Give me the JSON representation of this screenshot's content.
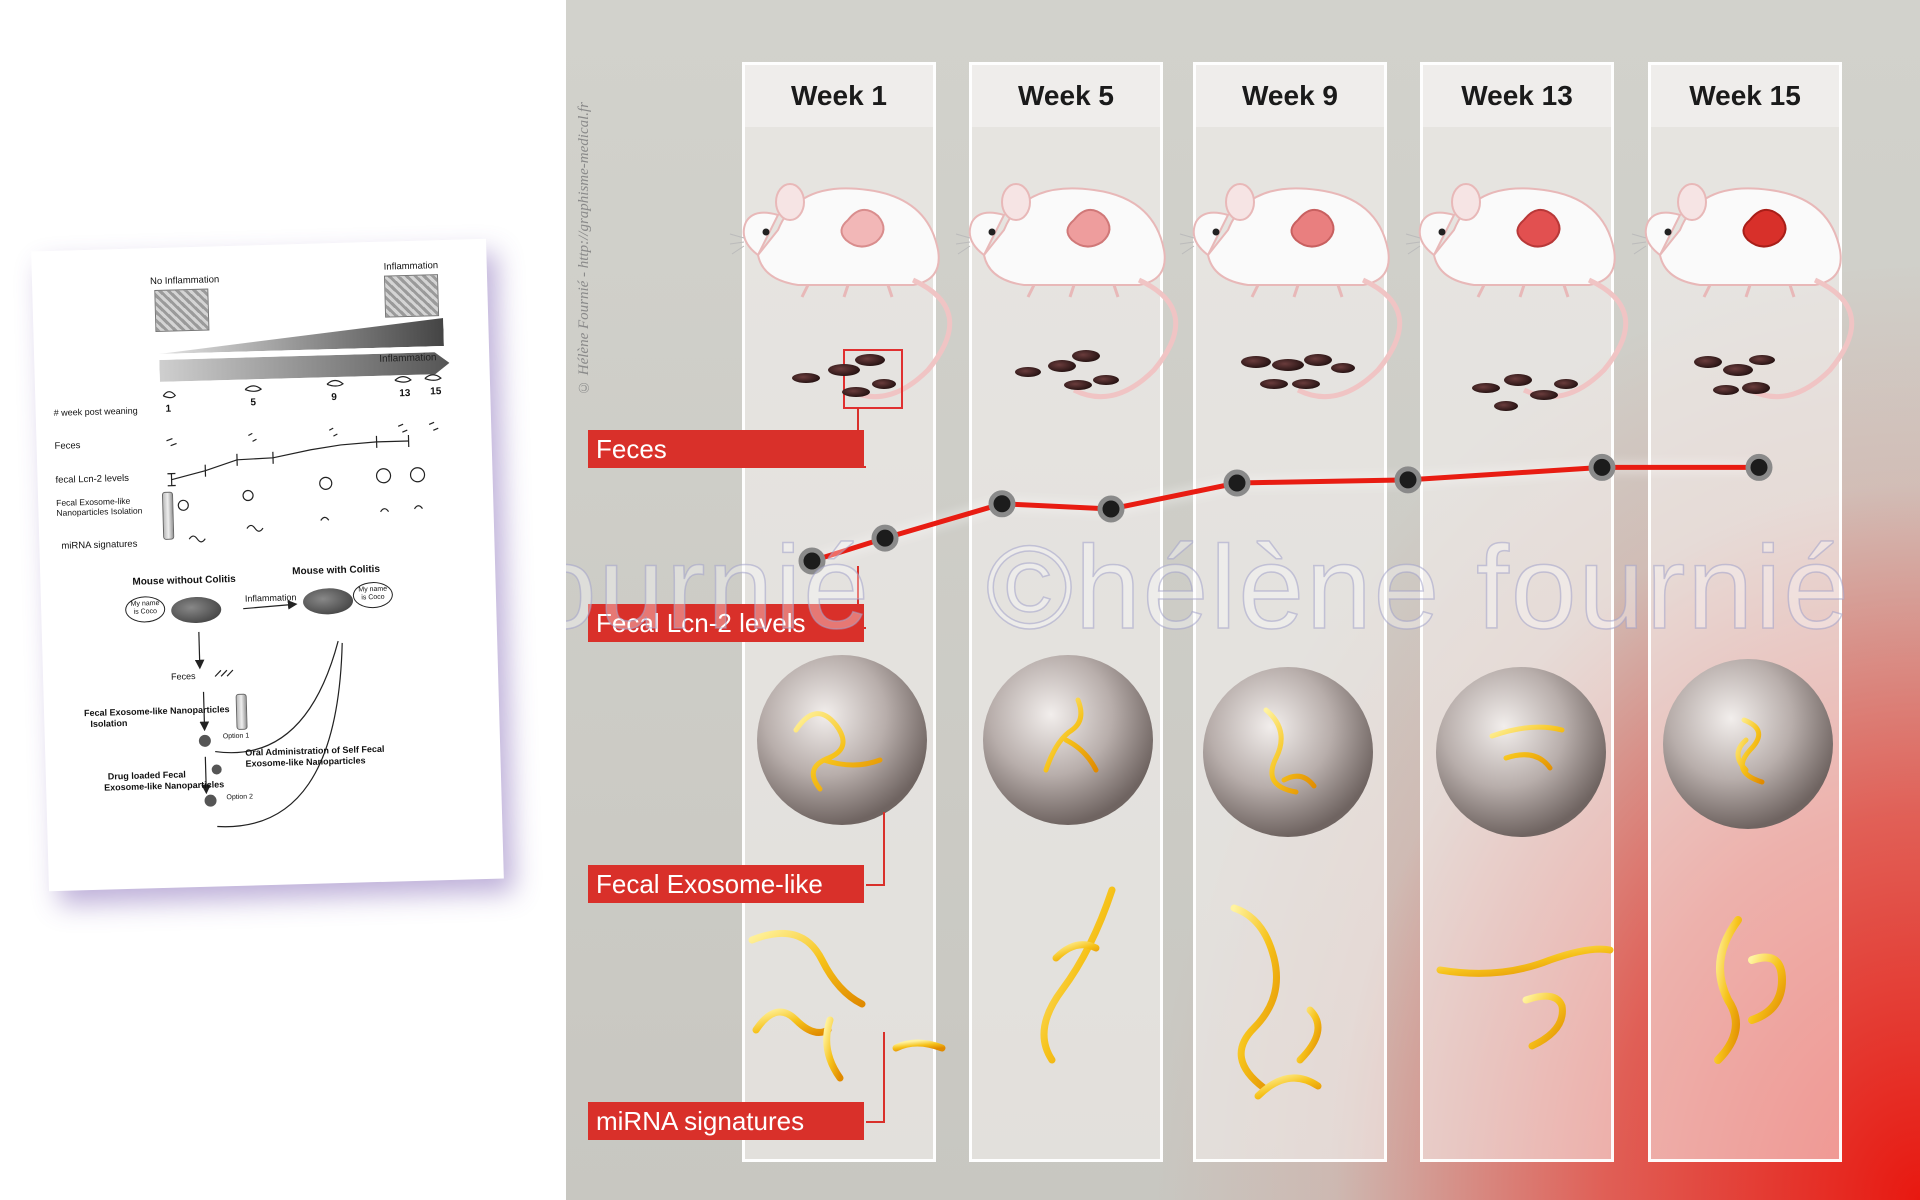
{
  "sketch": {
    "no_inflammation": "No Inflammation",
    "inflammation_top": "Inflammation",
    "inflammation_arrow": "Inflammation",
    "week_label": "# week post weaning",
    "weeks": [
      "1",
      "5",
      "9",
      "13",
      "15"
    ],
    "rows": {
      "feces": "Feces",
      "lcn2": "fecal Lcn-2 levels",
      "exosome_line1": "Fecal Exosome-like",
      "exosome_line2": "Nanoparticles Isolation",
      "mirna": "miRNA signatures"
    },
    "flow": {
      "mouse_without": "Mouse without Colitis",
      "mouse_with": "Mouse with Colitis",
      "inflammation": "Inflammation",
      "bubble_1_line1": "My name",
      "bubble_1_line2": "is Coco",
      "bubble_2_line1": "My name",
      "bubble_2_line2": "is Coco",
      "feces": "Feces",
      "isolation_line1": "Fecal Exosome-like Nanoparticles",
      "isolation_line2": "Isolation",
      "option1": "Option 1",
      "oral_line1": "Oral Administration of Self Fecal",
      "oral_line2": "Exosome-like Nanoparticles",
      "drug_line1": "Drug loaded Fecal",
      "drug_line2": "Exosome-like Nanoparticles",
      "option2": "Option 2"
    }
  },
  "figure": {
    "credit": "© Hélène Fournié - http://graphisme-medical.fr",
    "watermark": "©hélène fournié",
    "weeks": [
      "Week 1",
      "Week 5",
      "Week 9",
      "Week 13",
      "Week 15"
    ],
    "labels": {
      "feces": "Feces",
      "lcn2": "Fecal Lcn-2 levels",
      "exosome": "Fecal Exosome-like",
      "mirna": "miRNA signatures"
    },
    "colors": {
      "label_bg": "#d9302a",
      "line": "#e81c12",
      "marker": "#3a3a3a"
    }
  },
  "lcn2_series": [
    0.0,
    0.22,
    0.55,
    0.5,
    0.75,
    0.78,
    0.9,
    0.9
  ]
}
